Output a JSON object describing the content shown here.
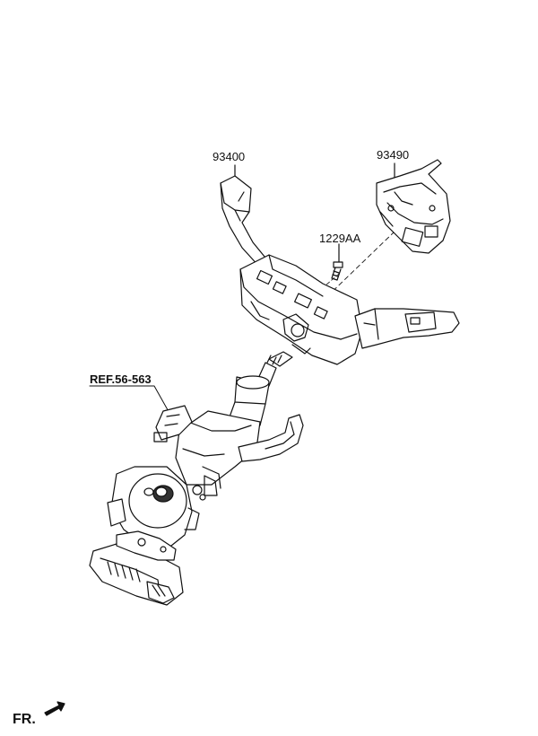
{
  "labels": {
    "part_93400": "93400",
    "part_93490": "93490",
    "part_1229AA": "1229AA",
    "ref": "REF.56-563",
    "front": "FR."
  }
}
